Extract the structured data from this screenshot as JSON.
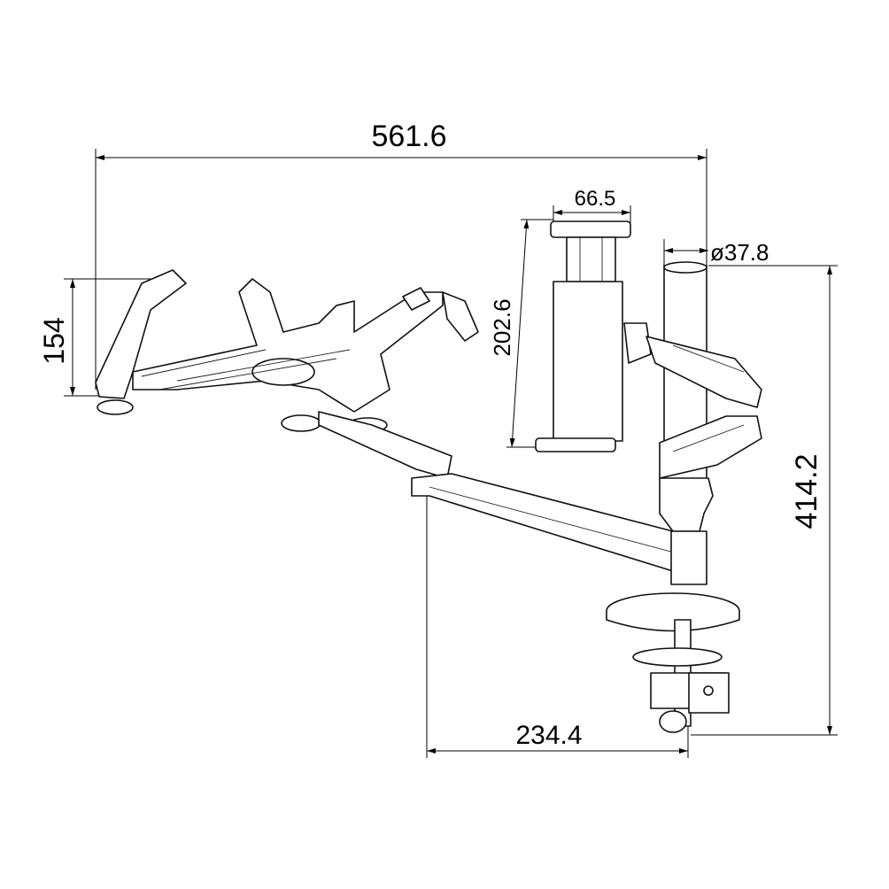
{
  "dimensions": {
    "overall_width": "561.6",
    "tablet_holder_width": "66.5",
    "pole_diameter": "ø37.8",
    "tablet_holder_height": "202.6",
    "laptop_tray_height": "154",
    "overall_height": "414.2",
    "arm_reach": "234.4"
  },
  "colors": {
    "line": "#000000",
    "background": "#ffffff"
  }
}
